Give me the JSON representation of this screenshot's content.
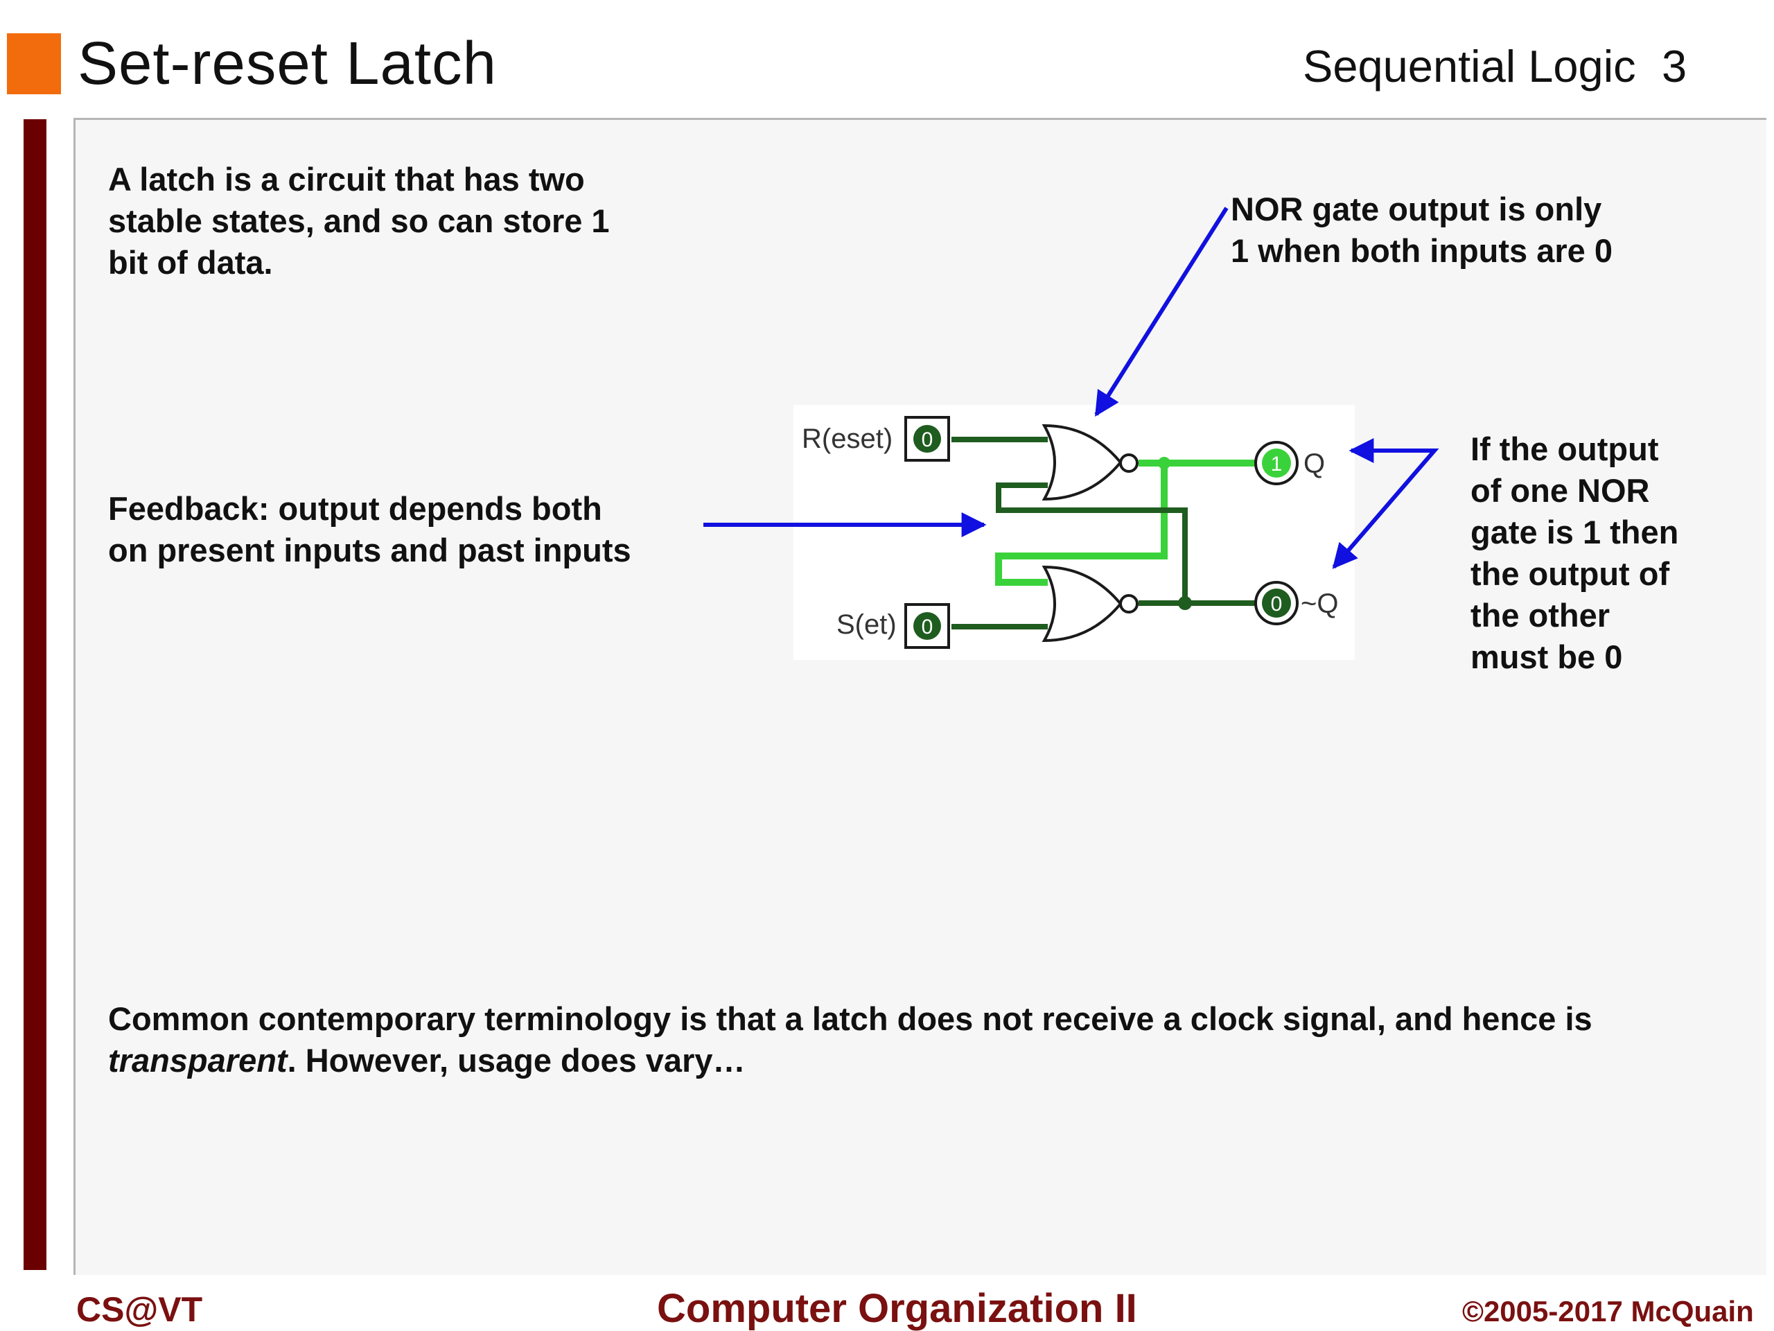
{
  "header": {
    "title": "Set-reset Latch",
    "topic": "Sequential Logic",
    "page_number": "3"
  },
  "colors": {
    "accent_square": "#f26c0d",
    "left_bar": "#6b0000",
    "arrow_blue": "#1010e0",
    "wire_dark": "#1f5c1f",
    "wire_light": "#3ad23a",
    "footer_text": "#7a1010"
  },
  "content": {
    "intro_lines": [
      "A latch is a circuit that has two",
      "stable states, and so can store 1",
      "bit of data."
    ],
    "nor_note_lines": [
      "NOR gate output is only",
      "1 when both inputs are 0"
    ],
    "feedback_lines": [
      "Feedback: output depends both",
      "on present inputs and past inputs"
    ],
    "complement_lines": [
      "If the output",
      "of one NOR",
      "gate is 1 then",
      "the output of",
      "the other",
      "must be 0"
    ],
    "terminology": {
      "line1": "Common contemporary terminology is that a latch does not receive a clock signal, and hence is",
      "italic_word": "transparent",
      "line2_rest": ".  However, usage does vary…"
    }
  },
  "circuit": {
    "reset_label": "R(eset)",
    "set_label": "S(et)",
    "reset_value": "0",
    "set_value": "0",
    "q_label": "Q",
    "q_value": "1",
    "not_q_label": "~Q",
    "not_q_value": "0"
  },
  "footer": {
    "left": "CS@VT",
    "center": "Computer Organization II",
    "right": "©2005-2017 McQuain"
  }
}
